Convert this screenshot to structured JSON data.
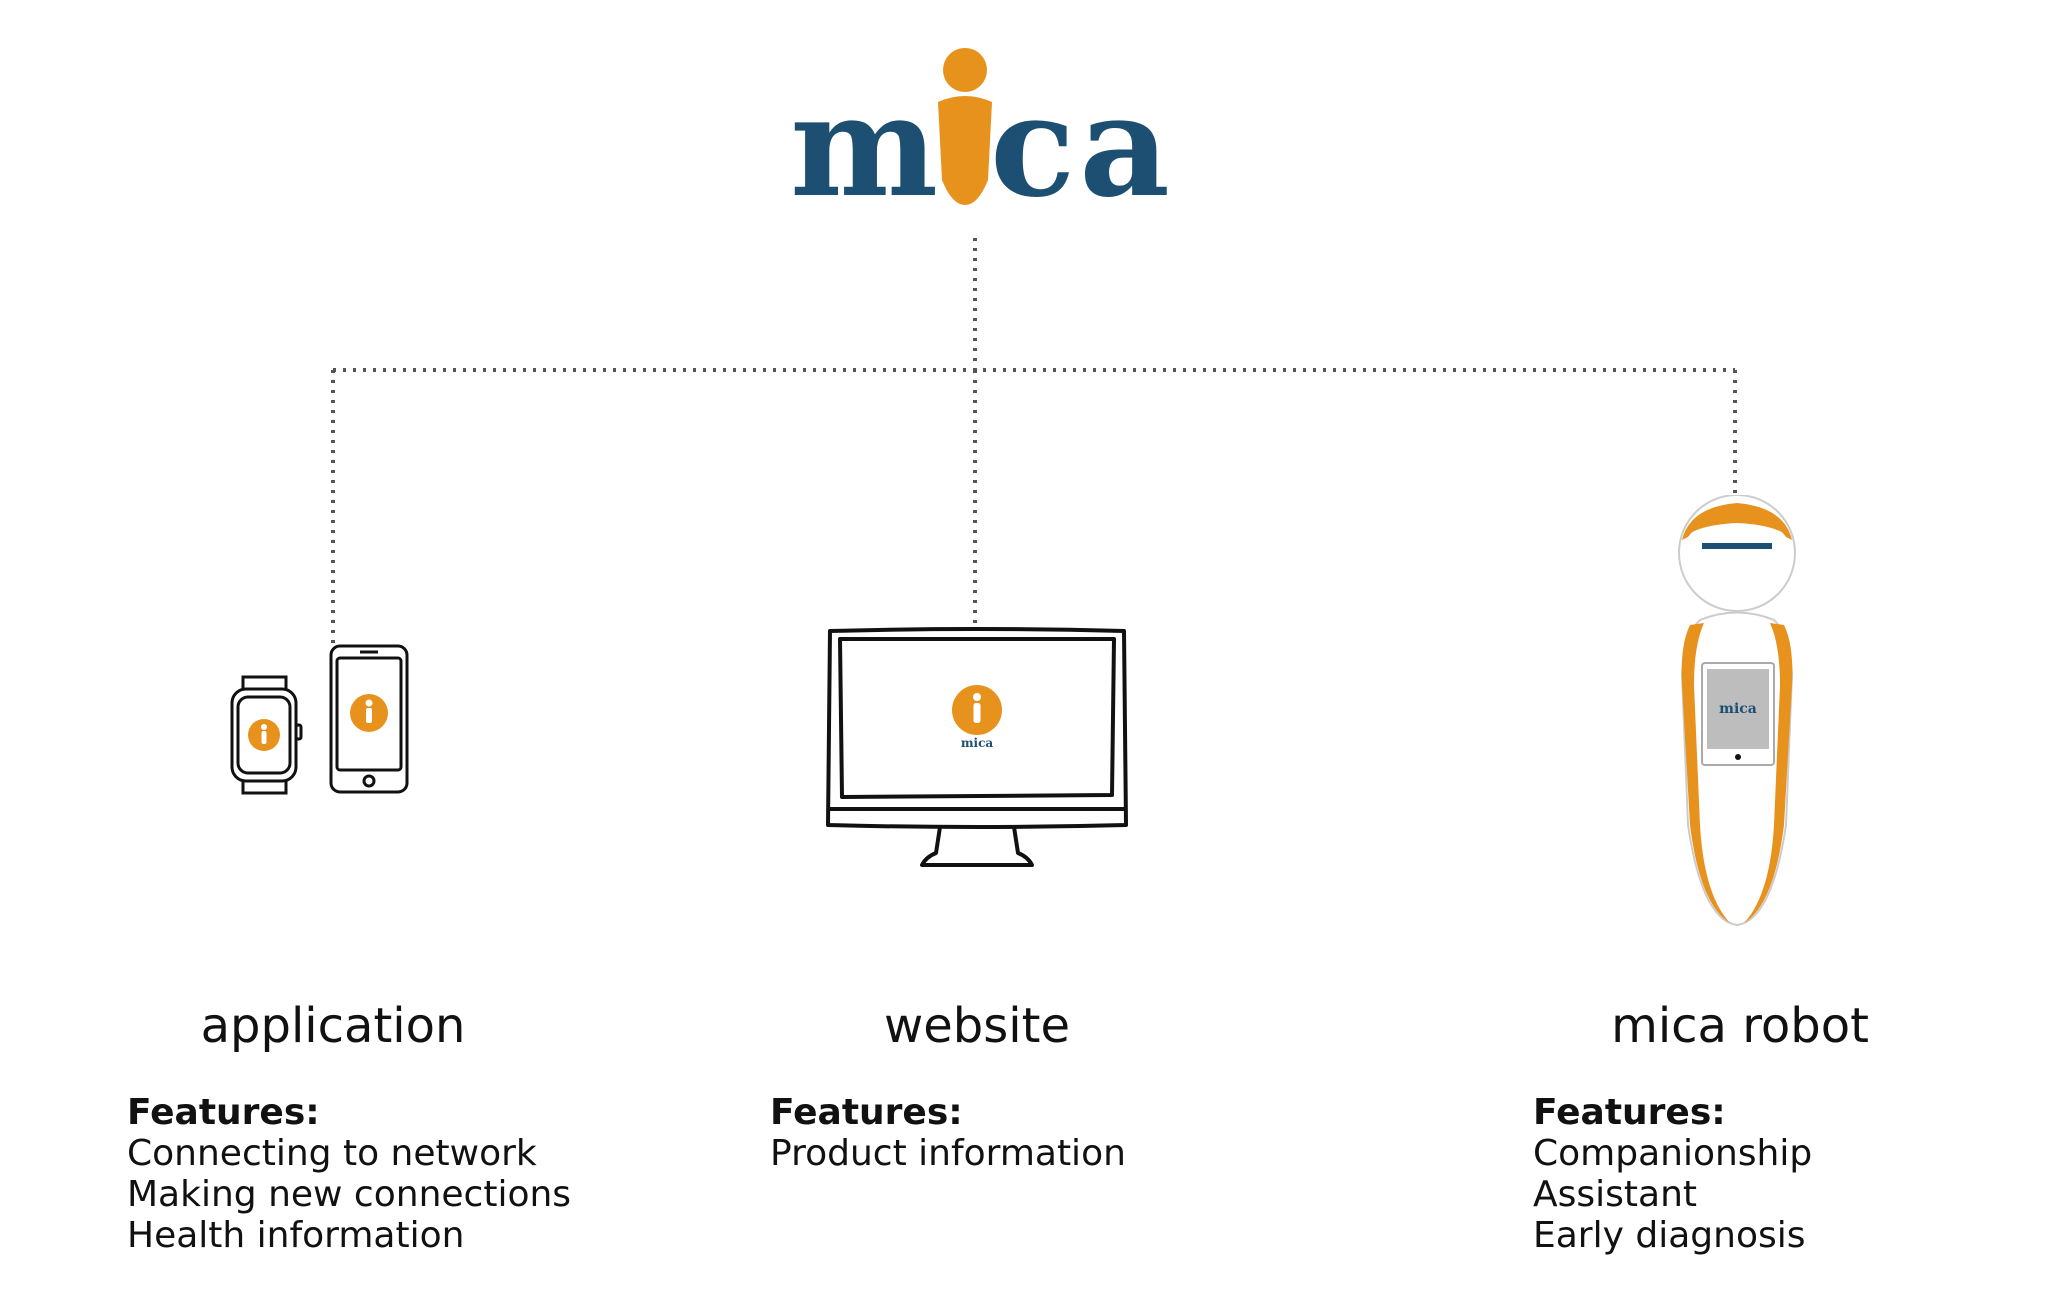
{
  "brand": {
    "logo_text": "mica",
    "colors": {
      "primary_blue": "#1d4f73",
      "accent_orange": "#e8921e"
    }
  },
  "branches": [
    {
      "title": "application",
      "features_heading": "Features:",
      "features": [
        "Connecting to network",
        "Making new connections",
        "Health information"
      ],
      "icons": [
        "smartwatch-icon",
        "smartphone-icon"
      ]
    },
    {
      "title": "website",
      "features_heading": "Features:",
      "features": [
        "Product information"
      ],
      "icons": [
        "desktop-monitor-icon"
      ]
    },
    {
      "title": "mica robot",
      "features_heading": "Features:",
      "features": [
        "Companionship",
        "Assistant",
        "Early diagnosis"
      ],
      "icons": [
        "robot-icon"
      ]
    }
  ]
}
